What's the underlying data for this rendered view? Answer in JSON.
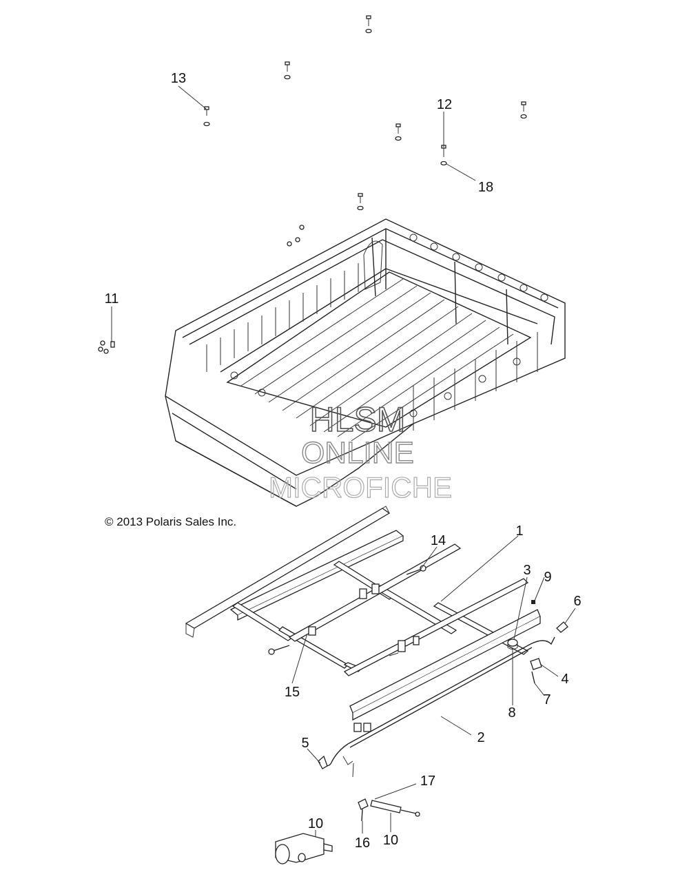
{
  "copyright": "© 2013 Polaris Sales Inc.",
  "watermark": {
    "line1": "HLSM",
    "line2": "ONLINE",
    "line3": "MICROFICHE"
  },
  "callouts": {
    "c1": "1",
    "c2": "2",
    "c3": "3",
    "c4": "4",
    "c5": "5",
    "c6": "6",
    "c7": "7",
    "c8": "8",
    "c9": "9",
    "c10a": "10",
    "c10b": "10",
    "c11": "11",
    "c12": "12",
    "c13": "13",
    "c14": "14",
    "c15": "15",
    "c16": "16",
    "c17": "17",
    "c18": "18"
  }
}
